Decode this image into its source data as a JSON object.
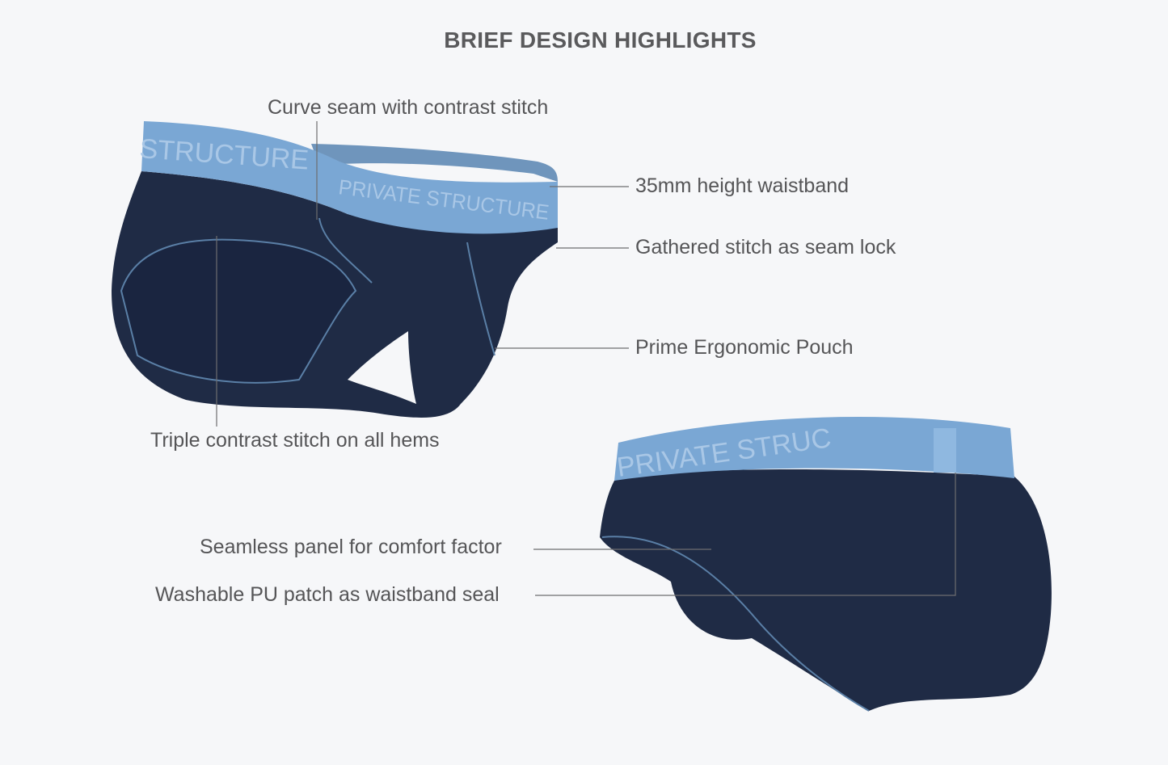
{
  "title": "BRIEF DESIGN HIGHLIGHTS",
  "callouts": {
    "curve_seam": "Curve seam with contrast stitch",
    "waistband_height": "35mm height waistband",
    "gathered_stitch": "Gathered stitch as seam lock",
    "pouch": "Prime Ergonomic Pouch",
    "triple_stitch": "Triple contrast stitch on all hems",
    "seamless_panel": "Seamless panel for comfort factor",
    "pu_patch": "Washable PU patch as waistband seal"
  },
  "brand_mark": "PRIVATE STRUCTURE",
  "colors": {
    "background": "#f6f7f9",
    "fabric": "#1e2a44",
    "waistband": "#79a6d2",
    "text": "#555557",
    "leader_line": "#6e6e70"
  }
}
